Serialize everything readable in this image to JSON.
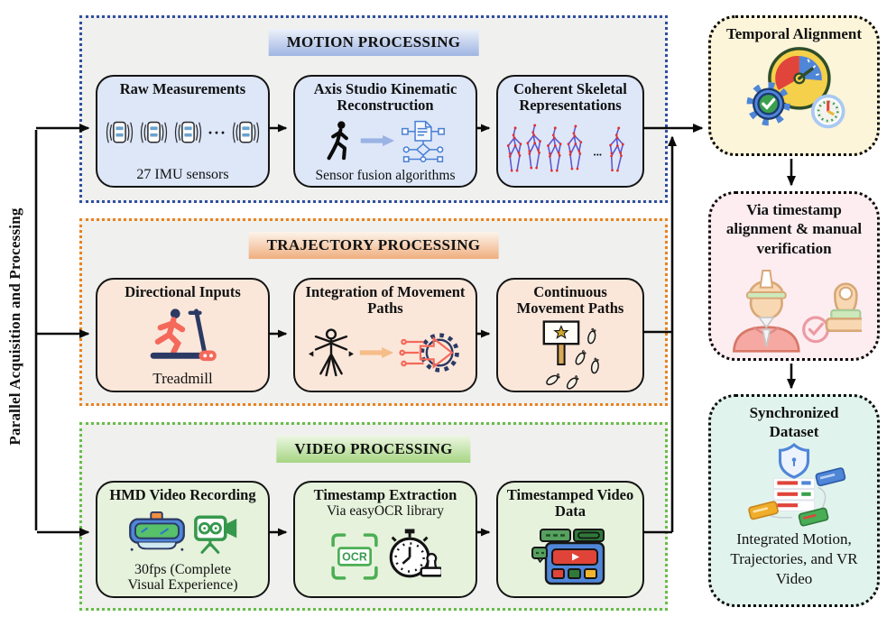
{
  "left_label": "Parallel Acquisition and Processing",
  "motion": {
    "header": "MOTION PROCESSING",
    "box1": {
      "title": "Raw Measurements",
      "caption": "27 IMU sensors",
      "ellipsis": "···"
    },
    "box2": {
      "title": "Axis Studio Kinematic Reconstruction",
      "caption": "Sensor fusion algorithms"
    },
    "box3": {
      "title": "Coherent Skeletal Representations",
      "ellipsis": "..."
    }
  },
  "trajectory": {
    "header": "TRAJECTORY PROCESSING",
    "box1": {
      "title": "Directional Inputs",
      "caption": "Treadmill"
    },
    "box2": {
      "title": "Integration of Movement Paths"
    },
    "box3": {
      "title": "Continuous Movement Paths"
    }
  },
  "video": {
    "header": "VIDEO PROCESSING",
    "box1": {
      "title": "HMD Video Recording",
      "caption": "30fps (Complete Visual Experience)"
    },
    "box2": {
      "title": "Timestamp Extraction",
      "caption": "Via easyOCR library",
      "ocr_label": "OCR"
    },
    "box3": {
      "title": "Timestamped Video Data"
    }
  },
  "right": {
    "temporal": {
      "title": "Temporal Alignment"
    },
    "verification": {
      "title": "Via timestamp alignment & manual verification"
    },
    "dataset": {
      "title": "Synchronized Dataset",
      "caption": "Integrated Motion, Trajectories, and VR Video"
    }
  },
  "colors": {
    "section_bg": "#f0f0ee",
    "motion_border": "#2e4fa0",
    "trajectory_border": "#e8831f",
    "video_border": "#67bd49",
    "motion_header_from": "#edf2fb",
    "motion_header_to": "#9fb5e2",
    "trajectory_header_from": "#fdf4ec",
    "trajectory_header_to": "#efae7e",
    "video_header_from": "#ecf7e2",
    "video_header_to": "#a6d583",
    "motion_box_bg": "#dde7f8",
    "trajectory_box_bg": "#fbe7da",
    "video_box_bg": "#e6f2dc",
    "temporal_bg": "#fcf5d9",
    "verification_bg": "#fdedf1",
    "dataset_bg": "#e1f3ed"
  }
}
